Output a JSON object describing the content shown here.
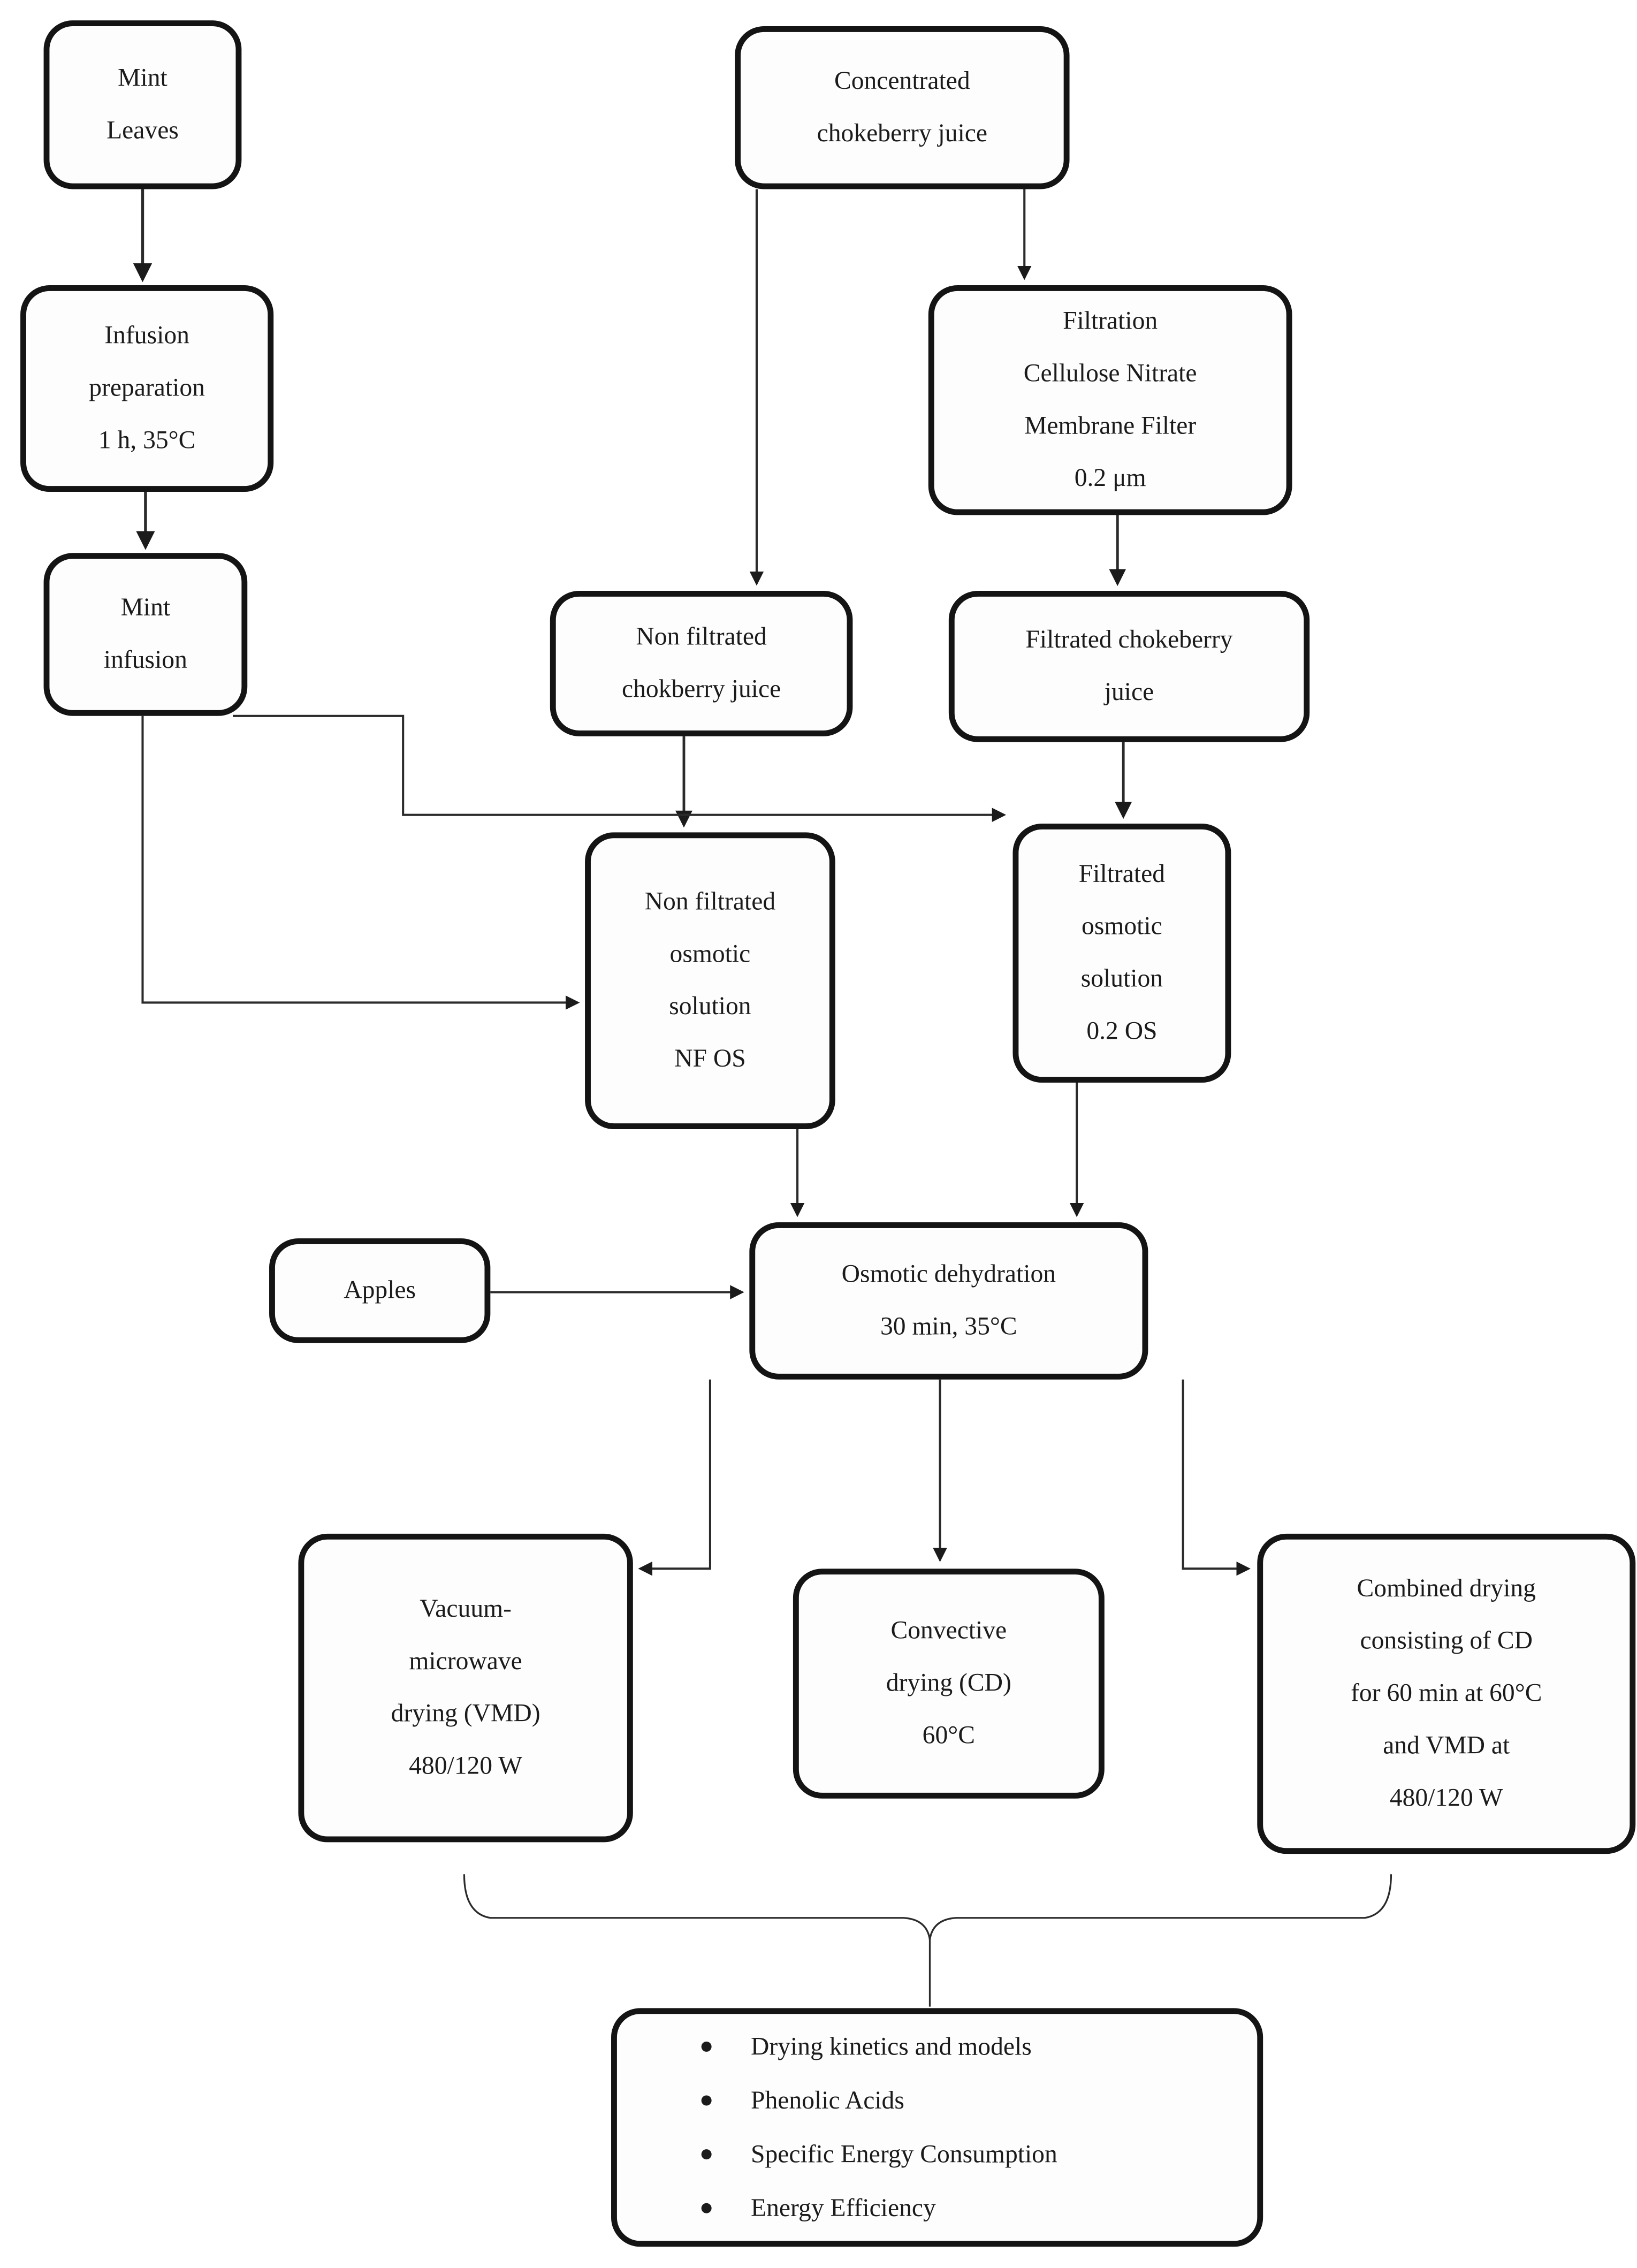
{
  "colors": {
    "ink": "#1b1b1b",
    "line": "#2b2b2b",
    "background": "#ffffff"
  },
  "boxes": {
    "mint_leaves": {
      "lines": [
        "Mint",
        "Leaves"
      ]
    },
    "infusion_preparation": {
      "lines": [
        "Infusion",
        "preparation",
        "1 h, 35°C"
      ]
    },
    "mint_infusion": {
      "lines": [
        "Mint",
        "infusion"
      ]
    },
    "concentrated_juice": {
      "lines": [
        "Concentrated",
        "chokeberry juice"
      ]
    },
    "filtration": {
      "lines": [
        "Filtration",
        "Cellulose Nitrate",
        "Membrane Filter",
        "0.2 μm"
      ]
    },
    "non_filtrated_juice": {
      "lines": [
        "Non filtrated",
        "chokberry juice"
      ]
    },
    "filtrated_juice": {
      "lines": [
        "Filtrated chokeberry",
        "juice"
      ]
    },
    "nf_os": {
      "lines": [
        "Non filtrated",
        "osmotic",
        "solution",
        "NF OS"
      ]
    },
    "os_02": {
      "lines": [
        "Filtrated",
        "osmotic",
        "solution",
        "0.2 OS"
      ]
    },
    "apples": {
      "lines": [
        "Apples"
      ]
    },
    "osmotic_dehydration": {
      "lines": [
        "Osmotic dehydration",
        "30 min, 35°C"
      ]
    },
    "vmd": {
      "lines": [
        "Vacuum-",
        "microwave",
        "drying (VMD)",
        "480/120 W"
      ]
    },
    "cd": {
      "lines": [
        "Convective",
        "drying (CD)",
        "60°C"
      ]
    },
    "combined": {
      "lines": [
        "Combined drying",
        "consisting of CD",
        "for 60 min at 60°C",
        "and VMD at",
        "480/120 W"
      ]
    }
  },
  "outcomes": {
    "items": [
      "Drying kinetics and models",
      "Phenolic Acids",
      "Specific Energy Consumption",
      "Energy Efficiency"
    ]
  },
  "edges": [
    {
      "from": "mint-leaves",
      "to": "infusion-preparation"
    },
    {
      "from": "infusion-preparation",
      "to": "mint-infusion"
    },
    {
      "from": "mint-infusion",
      "to": "nf-os"
    },
    {
      "from": "mint-infusion",
      "to": "os-02"
    },
    {
      "from": "concentrated-juice",
      "to": "non-filtrated-juice"
    },
    {
      "from": "concentrated-juice",
      "to": "filtration"
    },
    {
      "from": "filtration",
      "to": "filtrated-juice"
    },
    {
      "from": "non-filtrated-juice",
      "to": "nf-os"
    },
    {
      "from": "filtrated-juice",
      "to": "os-02"
    },
    {
      "from": "nf-os",
      "to": "osmotic-dehydration"
    },
    {
      "from": "os-02",
      "to": "osmotic-dehydration"
    },
    {
      "from": "apples",
      "to": "osmotic-dehydration"
    },
    {
      "from": "osmotic-dehydration",
      "to": "vmd"
    },
    {
      "from": "osmotic-dehydration",
      "to": "cd"
    },
    {
      "from": "osmotic-dehydration",
      "to": "combined"
    },
    {
      "from": "vmd",
      "to": "outcomes"
    },
    {
      "from": "cd",
      "to": "outcomes"
    },
    {
      "from": "combined",
      "to": "outcomes"
    }
  ]
}
